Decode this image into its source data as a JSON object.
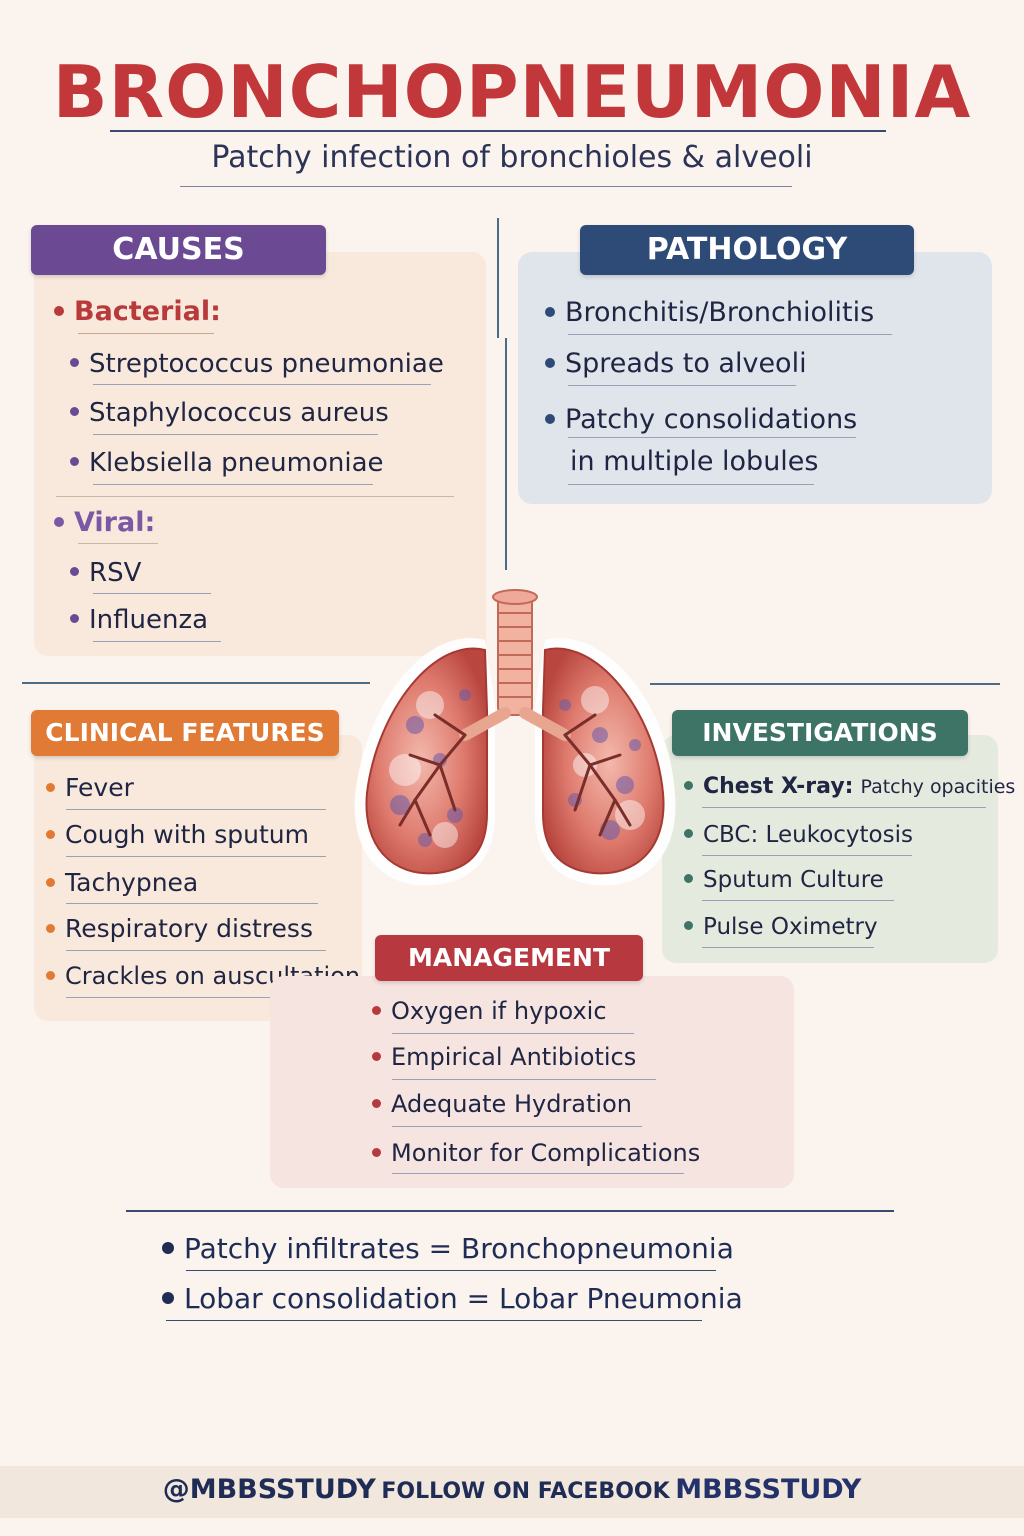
{
  "title": "BRONCHOPNEUMONIA",
  "subtitle": "Patchy infection of bronchioles & alveoli",
  "causes": {
    "header": "CAUSES",
    "bacterial_label": "Bacterial:",
    "bacterial": [
      "Streptococcus pneumoniae",
      "Staphylococcus aureus",
      "Klebsiella pneumoniae"
    ],
    "viral_label": "Viral:",
    "viral": [
      "RSV",
      "Influenza"
    ]
  },
  "pathology": {
    "header": "PATHOLOGY",
    "items": [
      "Bronchitis/Bronchiolitis",
      "Spreads to alveoli",
      "Patchy consolidations",
      "in multiple lobules"
    ]
  },
  "clinical": {
    "header": "CLINICAL FEATURES",
    "items": [
      "Fever",
      "Cough with sputum",
      "Tachypnea",
      "Respiratory distress",
      "Crackles on auscultation"
    ]
  },
  "investigations": {
    "header": "INVESTIGATIONS",
    "items": [
      {
        "label": "Chest X-ray:",
        "detail": "Patchy opacities"
      },
      {
        "label": "CBC: Leukocytosis",
        "detail": ""
      },
      {
        "label": "Sputum Culture",
        "detail": ""
      },
      {
        "label": "Pulse Oximetry",
        "detail": ""
      }
    ]
  },
  "management": {
    "header": "MANAGEMENT",
    "items": [
      "Oxygen if hypoxic",
      "Empirical Antibiotics",
      "Adequate Hydration",
      "Monitor for Complications"
    ]
  },
  "summary": [
    "Patchy infiltrates = Bronchopneumonia",
    "Lobar consolidation = Lobar Pneumonia"
  ],
  "footer": {
    "handle": "@MBBSSTUDY",
    "middle": "FOLLOW ON FACEBOOK",
    "page": "MBBSSTUDY"
  },
  "colors": {
    "title": "#c2383a",
    "causes": "#6b4a93",
    "pathology": "#2e4b78",
    "clinical": "#e07a35",
    "investigations": "#3d7466",
    "management": "#b8383f",
    "bacterial": "#b83a3a",
    "viral": "#7a58a4"
  }
}
